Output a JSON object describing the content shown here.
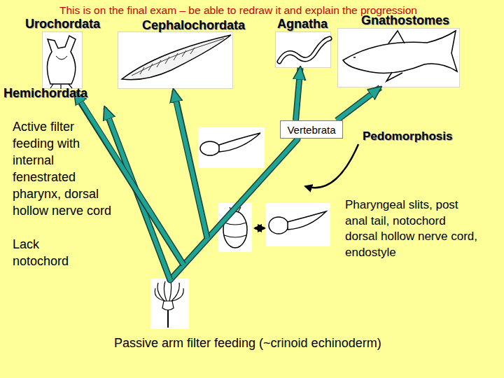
{
  "diagram": {
    "title": "This is on the final exam – be able to redraw it and explain the progression",
    "nodes": [
      {
        "text": [
          "Urochordata"
        ]
      },
      {
        "text": [
          "Cephalochordata"
        ]
      },
      {
        "text": [
          "Agnatha"
        ]
      },
      {
        "text": [
          "Gnathostomes"
        ]
      },
      {
        "text": [
          "Vertebrata"
        ]
      }
    ],
    "edges": [
      {
        "from": 4,
        "to": 2,
        "arrow": "to"
      },
      {
        "from": 4,
        "to": 3,
        "arrow": "to"
      }
    ],
    "labels": [
      "Hemichordata",
      "Active filter feeding with internal fenestrated pharynx, dorsal hollow nerve cord",
      "Lack notochord",
      "Pedomorphosis",
      "Pharyngeal slits, post anal tail, notochord dorsal hollow nerve cord, endostyle",
      "Passive arm filter feeding (~crinoid echinoderm)"
    ]
  }
}
